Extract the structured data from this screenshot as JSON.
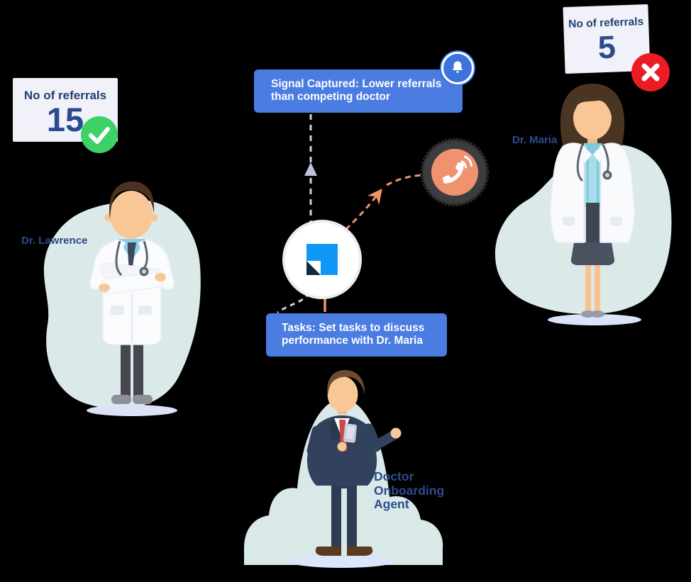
{
  "scene": {
    "background": "#000000",
    "colors": {
      "banner_blue": "#4A7CE2",
      "bell_blue": "#3D73DB",
      "logo_blue": "#0F98F5",
      "logo_navy": "#12293E",
      "success_green": "#3ED167",
      "alert_red": "#EB1C24",
      "signal_orange": "#F0926E",
      "connector_gray": "#C9CEE3",
      "label_navy": "#2D4B8E",
      "blob_teal": "#DBEAE9"
    }
  },
  "doctor_lawrence": {
    "name": "Dr. Lawrence",
    "card": {
      "label": "No of referrals",
      "value": "15"
    },
    "status_icon": "check-icon"
  },
  "doctor_maria": {
    "name": "Dr. Maria",
    "card": {
      "label": "No of referrals",
      "value": "5"
    },
    "status_icon": "cross-icon"
  },
  "agent": {
    "label_line1": "Doctor",
    "label_line2": "Onboarding",
    "label_line3": "Agent"
  },
  "signal_banner": {
    "line1": "Signal Captured: Lower referrals",
    "line2": "than competing doctor",
    "icon": "bell-icon"
  },
  "tasks_banner": {
    "line1": "Tasks: Set tasks to discuss",
    "line2": "performance with Dr. Maria"
  },
  "hub": {
    "icon": "brand-logo"
  },
  "call": {
    "icon": "phone-call-icon"
  }
}
